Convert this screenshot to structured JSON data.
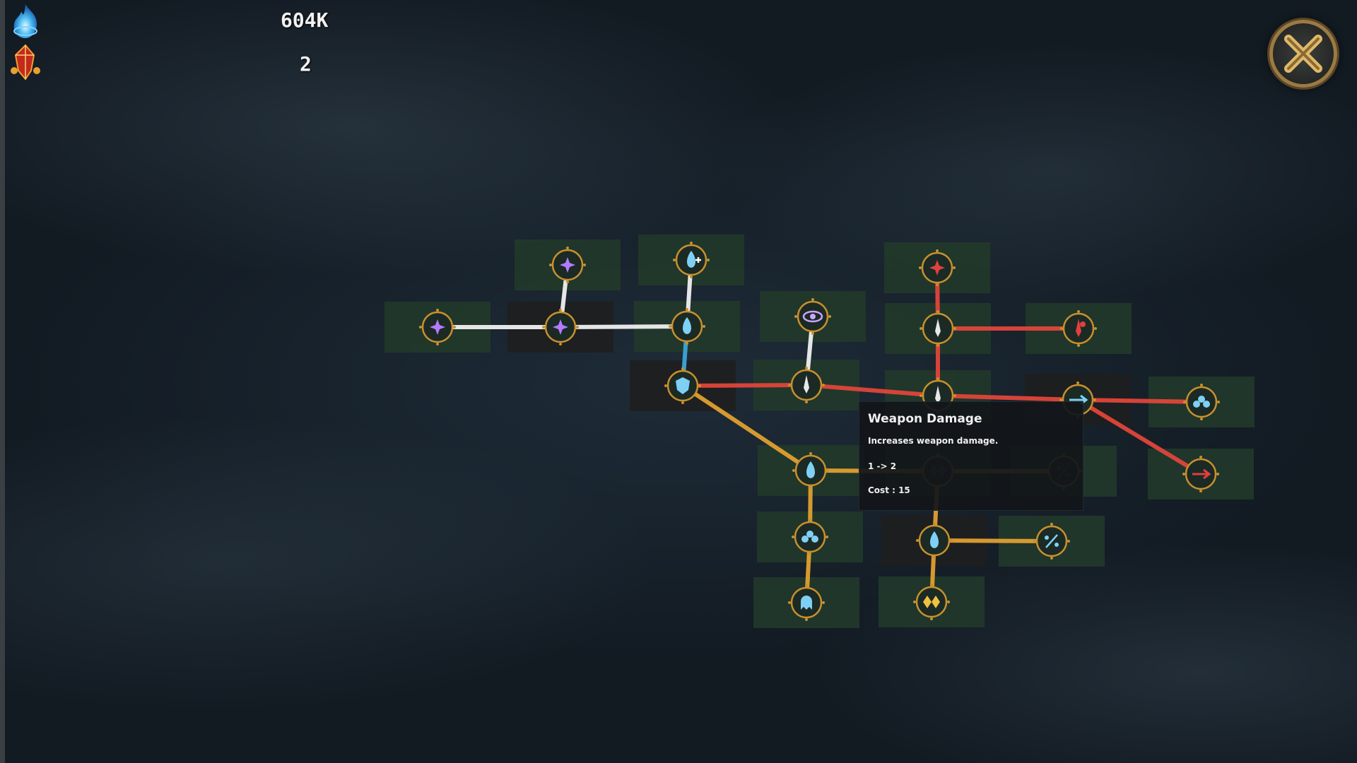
{
  "currencies": [
    {
      "name": "soul-flame",
      "icon": "blue-flame-icon",
      "value": "604K"
    },
    {
      "name": "blood-gem",
      "icon": "red-crystal-icon",
      "value": "2"
    }
  ],
  "close_button": {
    "icon": "close-x-icon"
  },
  "colors": {
    "unlocked_bg": "#22382a",
    "locked_bg": "#1e1e1e",
    "ring": "#c8902e",
    "link_white": "#f0f0f0",
    "link_red": "#e0453a",
    "link_gold": "#e0a030",
    "link_blue": "#3aa6d8"
  },
  "skill_tree": {
    "nodes": [
      {
        "id": "n1",
        "icon": "twin-stars-icon",
        "unlocked": true
      },
      {
        "id": "n2",
        "icon": "purple-star-icon",
        "unlocked": false
      },
      {
        "id": "n3",
        "icon": "purple-spark-icon",
        "unlocked": true
      },
      {
        "id": "n4",
        "icon": "blue-drop-plus-icon",
        "unlocked": true
      },
      {
        "id": "n5",
        "icon": "blue-drop-icon",
        "unlocked": true
      },
      {
        "id": "n6",
        "icon": "blue-shield-icon",
        "unlocked": false
      },
      {
        "id": "n7",
        "icon": "eye-icon",
        "unlocked": true
      },
      {
        "id": "n8",
        "icon": "weapon-icon",
        "unlocked": true
      },
      {
        "id": "n9",
        "icon": "sword-red-star-icon",
        "unlocked": true
      },
      {
        "id": "n10",
        "icon": "sword-slash-icon",
        "unlocked": true
      },
      {
        "id": "n11",
        "icon": "red-sword-icon",
        "unlocked": true
      },
      {
        "id": "n12",
        "icon": "weapon-damage-icon",
        "unlocked": true
      },
      {
        "id": "n13",
        "icon": "blue-arrow-icon",
        "unlocked": false
      },
      {
        "id": "n14",
        "icon": "swarm-icon",
        "unlocked": true
      },
      {
        "id": "n15",
        "icon": "red-arrow-icon",
        "unlocked": true
      },
      {
        "id": "n16",
        "icon": "blue-figure-icon",
        "unlocked": true
      },
      {
        "id": "n17",
        "icon": "spirit-pair-icon",
        "unlocked": true
      },
      {
        "id": "n18",
        "icon": "ghost-icon",
        "unlocked": true
      },
      {
        "id": "n19",
        "icon": "blue-orb-icon",
        "unlocked": false
      },
      {
        "id": "n20",
        "icon": "percent-icon",
        "unlocked": true
      },
      {
        "id": "n21",
        "icon": "twin-diamond-icon",
        "unlocked": true
      },
      {
        "id": "n22",
        "icon": "dark-twin-icon",
        "unlocked": true
      },
      {
        "id": "n23",
        "icon": "dark-percent-icon",
        "unlocked": true
      }
    ],
    "links": [
      {
        "from": "n1",
        "to": "n2",
        "color": "link_white"
      },
      {
        "from": "n2",
        "to": "n3",
        "color": "link_white"
      },
      {
        "from": "n2",
        "to": "n5",
        "color": "link_white"
      },
      {
        "from": "n5",
        "to": "n4",
        "color": "link_white"
      },
      {
        "from": "n5",
        "to": "n6",
        "color": "link_blue"
      },
      {
        "from": "n6",
        "to": "n8",
        "color": "link_red"
      },
      {
        "from": "n8",
        "to": "n7",
        "color": "link_white"
      },
      {
        "from": "n8",
        "to": "n12",
        "color": "link_red"
      },
      {
        "from": "n12",
        "to": "n10",
        "color": "link_red"
      },
      {
        "from": "n10",
        "to": "n9",
        "color": "link_red"
      },
      {
        "from": "n10",
        "to": "n11",
        "color": "link_red"
      },
      {
        "from": "n12",
        "to": "n13",
        "color": "link_red"
      },
      {
        "from": "n13",
        "to": "n14",
        "color": "link_red"
      },
      {
        "from": "n13",
        "to": "n15",
        "color": "link_red"
      },
      {
        "from": "n6",
        "to": "n16",
        "color": "link_gold"
      },
      {
        "from": "n16",
        "to": "n17",
        "color": "link_gold"
      },
      {
        "from": "n17",
        "to": "n18",
        "color": "link_gold"
      },
      {
        "from": "n16",
        "to": "n22",
        "color": "link_gold"
      },
      {
        "from": "n22",
        "to": "n23",
        "color": "link_gold"
      },
      {
        "from": "n22",
        "to": "n19",
        "color": "link_gold"
      },
      {
        "from": "n19",
        "to": "n20",
        "color": "link_gold"
      },
      {
        "from": "n19",
        "to": "n21",
        "color": "link_gold"
      }
    ]
  },
  "tooltip": {
    "title": "Weapon Damage",
    "description": "Increases weapon damage.",
    "level": "1 -> 2",
    "cost": "Cost : 15"
  }
}
